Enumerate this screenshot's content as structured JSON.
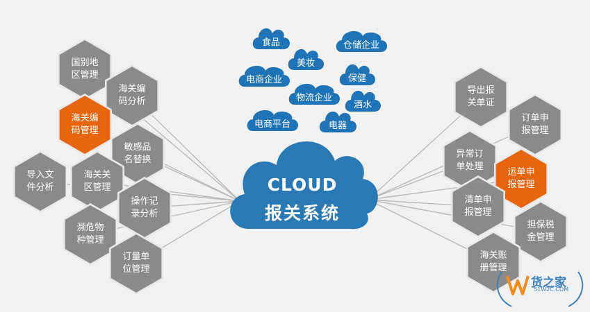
{
  "center": {
    "title": "CLOUD",
    "subtitle": "报关系统"
  },
  "clouds": [
    {
      "label": "食品"
    },
    {
      "label": "仓储企业"
    },
    {
      "label": "美妆"
    },
    {
      "label": "电商企业"
    },
    {
      "label": "保健"
    },
    {
      "label": "物流企业"
    },
    {
      "label": "酒水"
    },
    {
      "label": "电商平台"
    },
    {
      "label": "电器"
    }
  ],
  "left_nodes": [
    {
      "label": "国别地\n区管理",
      "style": "gray"
    },
    {
      "label": "海关编\n码分析",
      "style": "gray"
    },
    {
      "label": "海关编\n码管理",
      "style": "orange"
    },
    {
      "label": "敏感品\n名替换",
      "style": "gray"
    },
    {
      "label": "导入文\n件分析",
      "style": "gray"
    },
    {
      "label": "海关关\n区管理",
      "style": "gray"
    },
    {
      "label": "操作记\n录分析",
      "style": "gray"
    },
    {
      "label": "濒危物\n种管理",
      "style": "gray"
    },
    {
      "label": "订量单\n位管理",
      "style": "gray"
    }
  ],
  "right_nodes": [
    {
      "label": "导出报\n关单证",
      "style": "gray"
    },
    {
      "label": "订单申\n报管理",
      "style": "gray"
    },
    {
      "label": "异常订\n单处理",
      "style": "gray"
    },
    {
      "label": "运单申\n报管理",
      "style": "orange"
    },
    {
      "label": "清单申\n报管理",
      "style": "gray"
    },
    {
      "label": "担保税\n金管理",
      "style": "gray"
    },
    {
      "label": "海关账\n册管理",
      "style": "gray"
    }
  ],
  "colors": {
    "background": "#f1f1f1",
    "hex_gray": "#8a8a8a",
    "hex_gray_light": "#e9e9e9",
    "hex_orange": "#e8650f",
    "cloud_blue": "#1f74b8",
    "main_cloud": "#2a78b4",
    "connector": "#b9b9b9"
  },
  "watermark": {
    "brand": "货之家",
    "url": "51W2C.COM"
  }
}
